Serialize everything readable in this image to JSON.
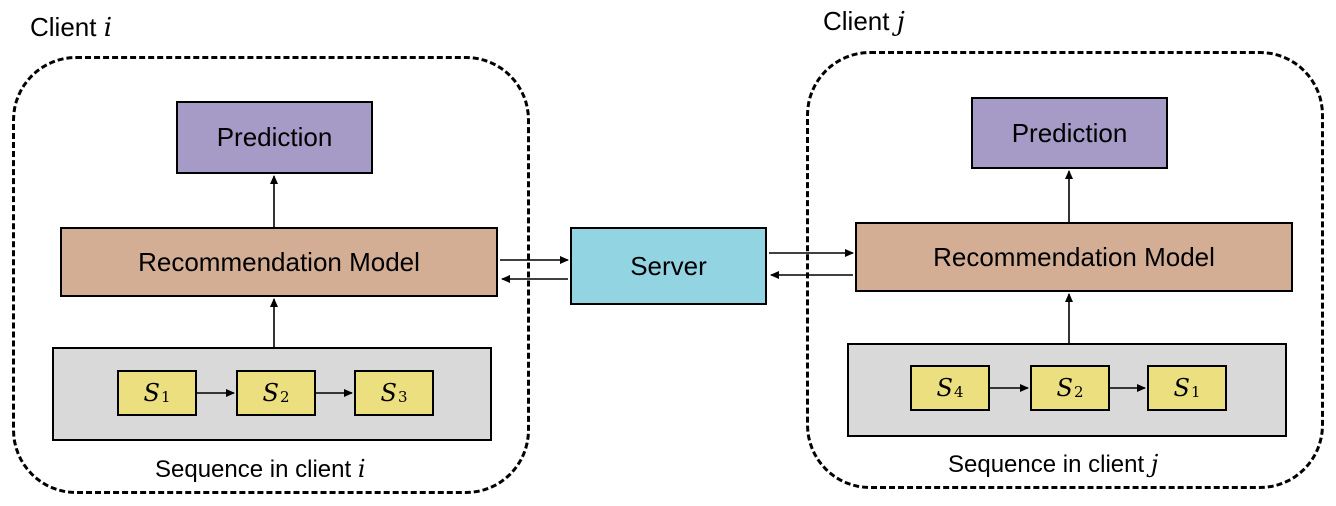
{
  "clients": [
    {
      "title_prefix": "Client",
      "title_var": "i",
      "prediction_label": "Prediction",
      "model_label": "Recommendation Model",
      "sequence_items": [
        {
          "base": "S",
          "sub": "1"
        },
        {
          "base": "S",
          "sub": "2"
        },
        {
          "base": "S",
          "sub": "3"
        }
      ],
      "sequence_caption_prefix": "Sequence in client",
      "sequence_caption_var": "i"
    },
    {
      "title_prefix": "Client",
      "title_var": "j",
      "prediction_label": "Prediction",
      "model_label": "Recommendation Model",
      "sequence_items": [
        {
          "base": "S",
          "sub": "4"
        },
        {
          "base": "S",
          "sub": "2"
        },
        {
          "base": "S",
          "sub": "1"
        }
      ],
      "sequence_caption_prefix": "Sequence in client",
      "sequence_caption_var": "j"
    }
  ],
  "server": {
    "label": "Server"
  },
  "colors": {
    "prediction": "#a59bc6",
    "model": "#d3ae95",
    "server": "#93d4e3",
    "sequence_panel": "#d9d9d9",
    "sequence_item": "#ebdf80"
  }
}
